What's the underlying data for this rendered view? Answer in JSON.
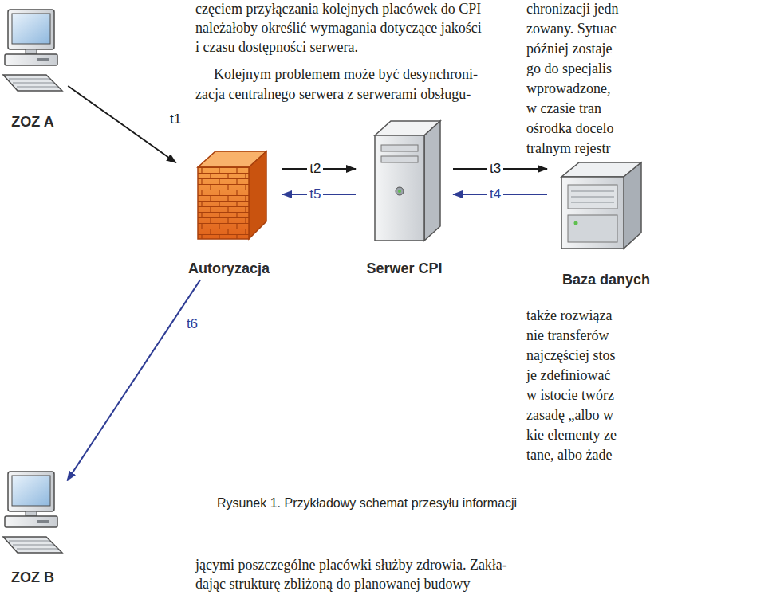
{
  "diagram": {
    "caption": "Rysunek 1. Przykładowy schemat przesyłu informacji",
    "nodes": [
      {
        "text": [
          "ZOZ A"
        ]
      },
      {
        "text": [
          "Autoryzacja"
        ]
      },
      {
        "text": [
          "Serwer CPI"
        ]
      },
      {
        "text": [
          "Baza danych"
        ]
      },
      {
        "text": [
          "ZOZ B"
        ]
      }
    ],
    "edges": [
      {
        "from": 0,
        "to": 1,
        "label": "t1",
        "arrow": "to"
      },
      {
        "from": 1,
        "to": 2,
        "label": "t2",
        "arrow": "to"
      },
      {
        "from": 2,
        "to": 3,
        "label": "t3",
        "arrow": "to"
      },
      {
        "from": 3,
        "to": 2,
        "label": "t4",
        "arrow": "to"
      },
      {
        "from": 2,
        "to": 1,
        "label": "t5",
        "arrow": "to"
      },
      {
        "from": 1,
        "to": 4,
        "label": "t6",
        "arrow": "to"
      }
    ],
    "labels": [
      "częciem przyłączania kolejnych placówek do CPI",
      "należałoby określić wymagania dotyczące jakości",
      "i czasu dostępności serwera.",
      "Kolejnym problemem może być desynchroni-",
      "zacja centralnego serwera z serwerami obsługu-",
      "chronizacji jedn",
      "zowany. Sytuac",
      "później zostaje",
      "go do specjalis",
      "wprowadzone,",
      "w czasie tran",
      "ośrodka docelo",
      "tralnym rejestr",
      "także rozwiąza",
      "nie transferów",
      "najczęściej stos",
      "je zdefiniować",
      "w istocie twórz",
      "zasadę „albo w",
      "kie elementy ze",
      "tane, albo żade",
      "jącymi poszczególne placówki służby zdrowia. Zakła-",
      "dając strukturę zbliżoną do planowanej budowy"
    ]
  }
}
